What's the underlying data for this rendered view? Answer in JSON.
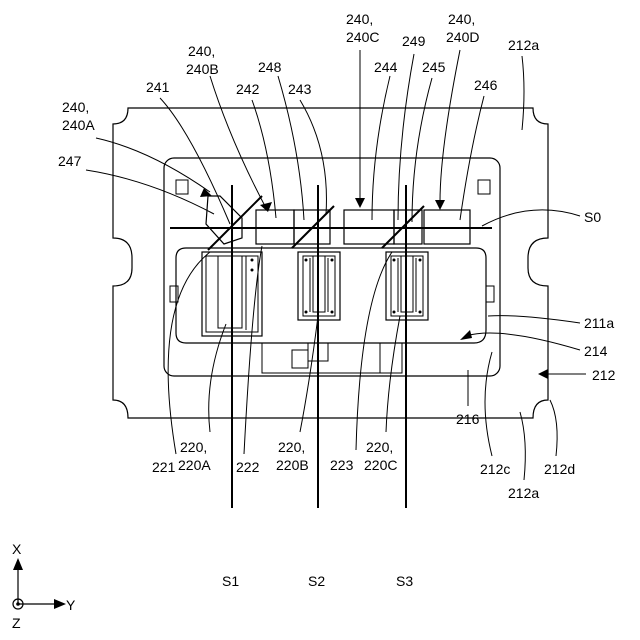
{
  "labels": {
    "l240_240A_a": "240,",
    "l240_240A_b": "240A",
    "l247": "247",
    "l241": "241",
    "l240_240B_a": "240,",
    "l240_240B_b": "240B",
    "l242": "242",
    "l248": "248",
    "l243": "243",
    "l240_240C_a": "240,",
    "l240_240C_b": "240C",
    "l244": "244",
    "l249": "249",
    "l245": "245",
    "l240_240D_a": "240,",
    "l240_240D_b": "240D",
    "l246": "246",
    "l212a_top": "212a",
    "lS0": "S0",
    "l211a": "211a",
    "l214": "214",
    "l212": "212",
    "l221": "221",
    "l220_220A_a": "220,",
    "l220_220A_b": "220A",
    "l222": "222",
    "l220_220B_a": "220,",
    "l220_220B_b": "220B",
    "l223": "223",
    "l220_220C_a": "220,",
    "l220_220C_b": "220C",
    "l216": "216",
    "l212c": "212c",
    "l212a_bottom": "212a",
    "l212d": "212d",
    "lS1": "S1",
    "lS2": "S2",
    "lS3": "S3",
    "axisX": "X",
    "axisY": "Y",
    "axisZ": "Z"
  }
}
